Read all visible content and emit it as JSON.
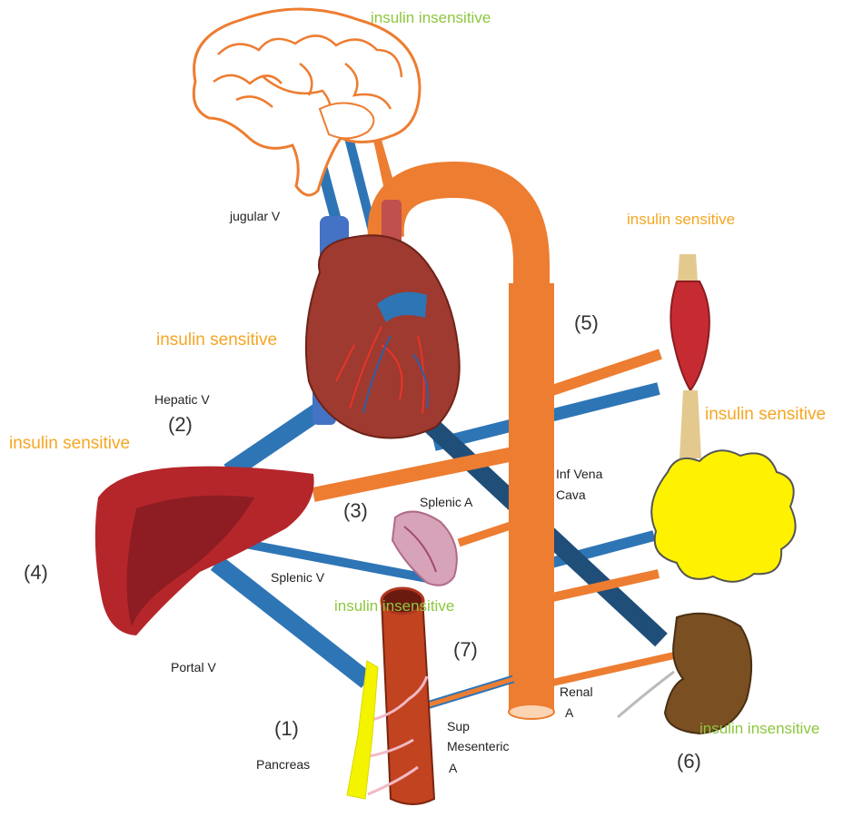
{
  "labels": {
    "brain_status": "insulin insensitive",
    "heart_status": "insulin sensitive",
    "liver_status": "insulin sensitive",
    "muscle_status": "insulin sensitive",
    "adipose_status": "insulin sensitive",
    "spleen_intestine_status": "insulin  insensitive",
    "kidney_status": "insulin insensitive",
    "jugular": "jugular V",
    "hepatic": "Hepatic V",
    "splenic_a": "Splenic A",
    "splenic_v": "Splenic V",
    "portal": "Portal V",
    "inf_vena_cava_1": "Inf Vena",
    "inf_vena_cava_2": "Cava",
    "renal_1": "Renal",
    "renal_2": "A",
    "sup_mes_1": "Sup",
    "sup_mes_2": "Mesenteric",
    "sup_mes_3": "A",
    "pancreas": "Pancreas",
    "n1": "(1)",
    "n2": "(2)",
    "n3": "(3)",
    "n4": "(4)",
    "n5": "(5)",
    "n6": "(6)",
    "n7": "(7)"
  },
  "colors": {
    "artery": "#ed7d31",
    "vein_blue": "#2e75b6",
    "vein_dark": "#1f4e79",
    "sensitive": "#f5a623",
    "insensitive": "#8dc63f"
  }
}
